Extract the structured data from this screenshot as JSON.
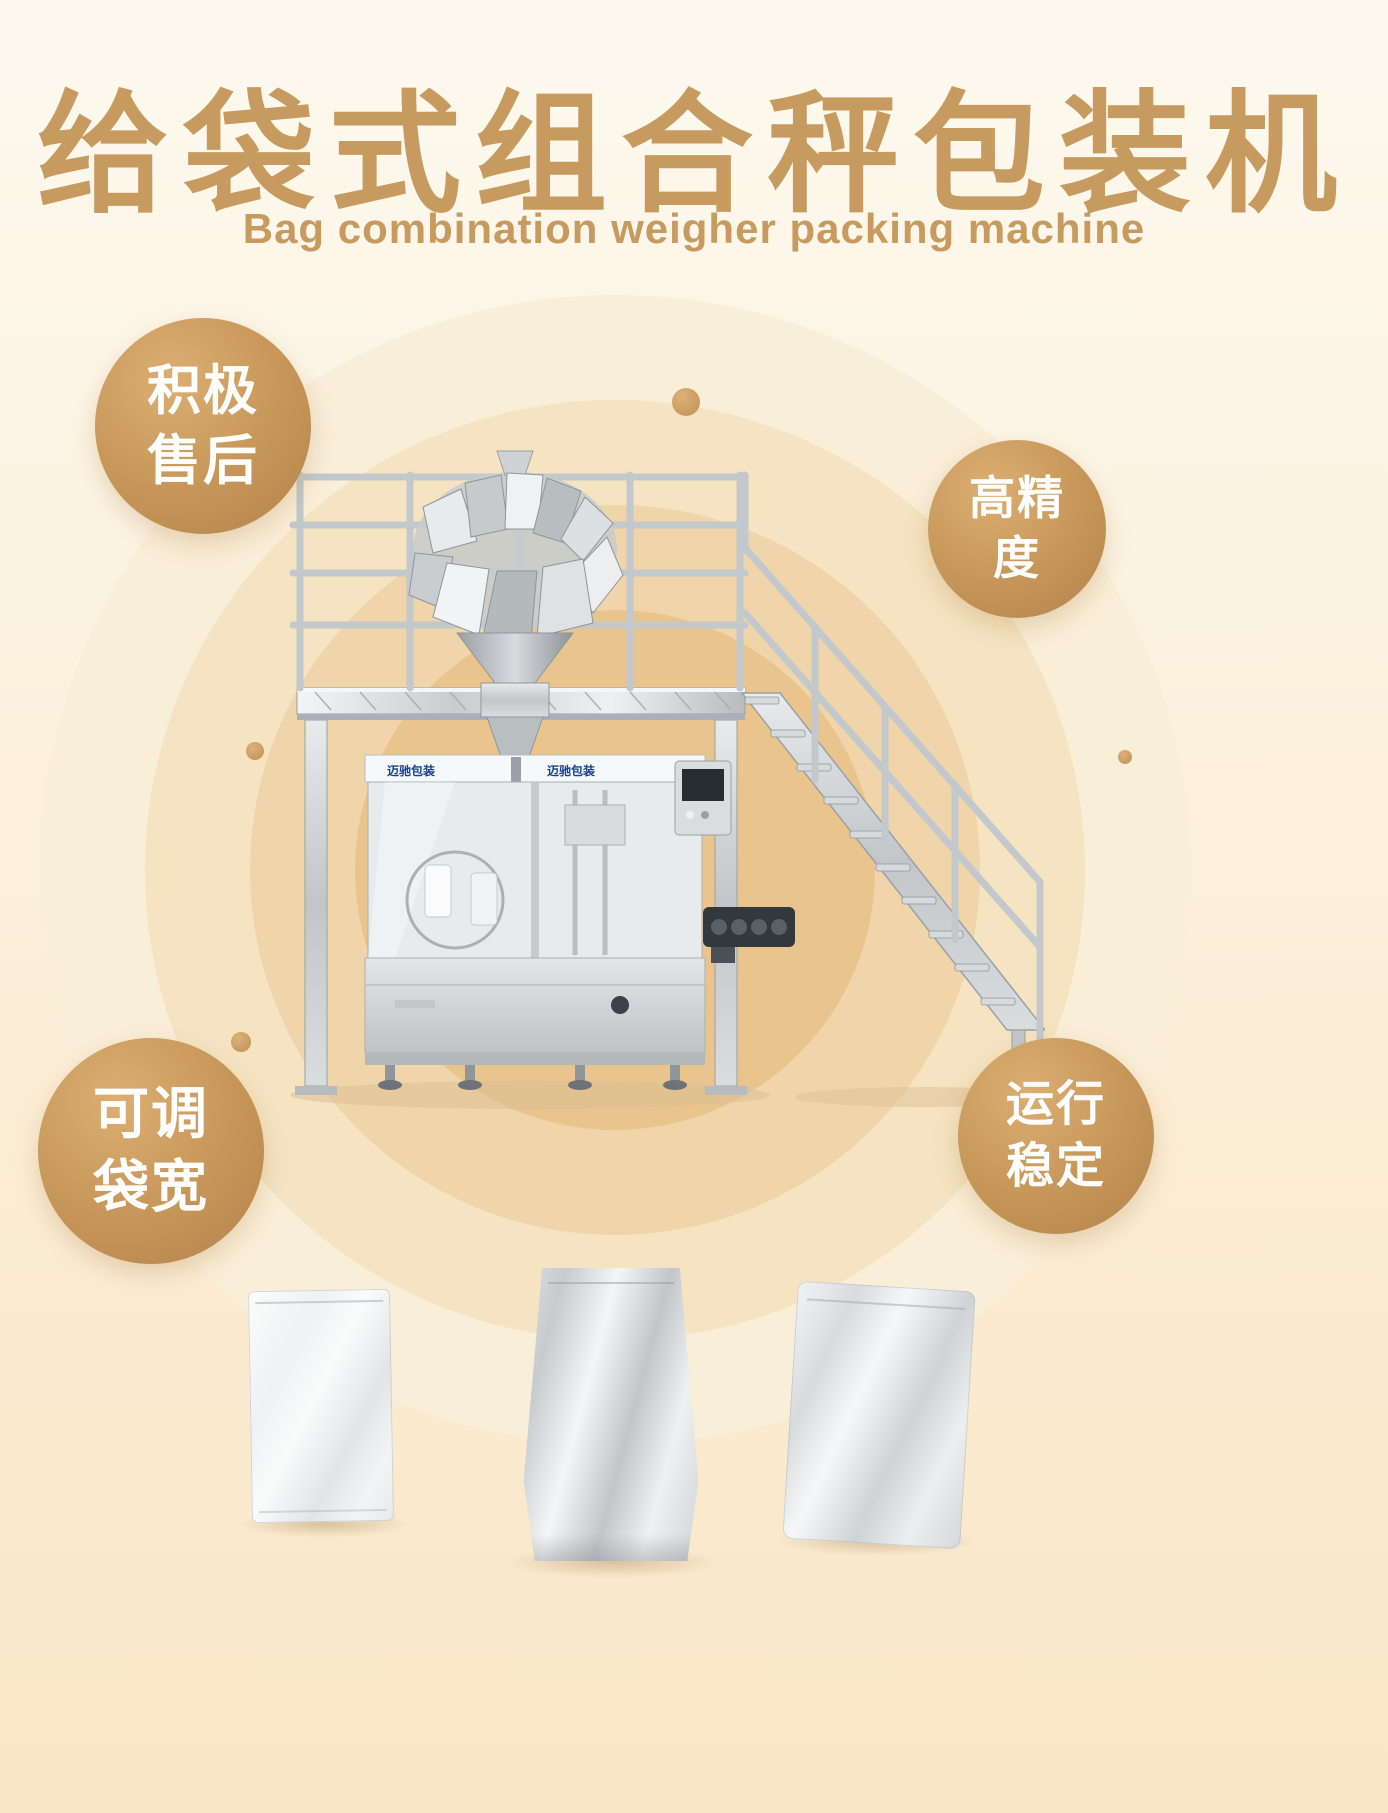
{
  "poster": {
    "title": "给袋式组合秤包装机",
    "subtitle": "Bag combination weigher packing machine",
    "accent_color": "#c79a5f",
    "background_color": "#fdf5e6",
    "badge_color": "#c0905a"
  },
  "badges": [
    {
      "name": "after-sales",
      "lines": [
        "积极",
        "售后"
      ]
    },
    {
      "name": "high-precision",
      "lines": [
        "高精",
        "度"
      ]
    },
    {
      "name": "adjustable-bag-width",
      "lines": [
        "可调",
        "袋宽"
      ]
    },
    {
      "name": "stable-operation",
      "lines": [
        "运行",
        "稳定"
      ]
    }
  ],
  "machine": {
    "brand_label": "迈驰包装"
  }
}
